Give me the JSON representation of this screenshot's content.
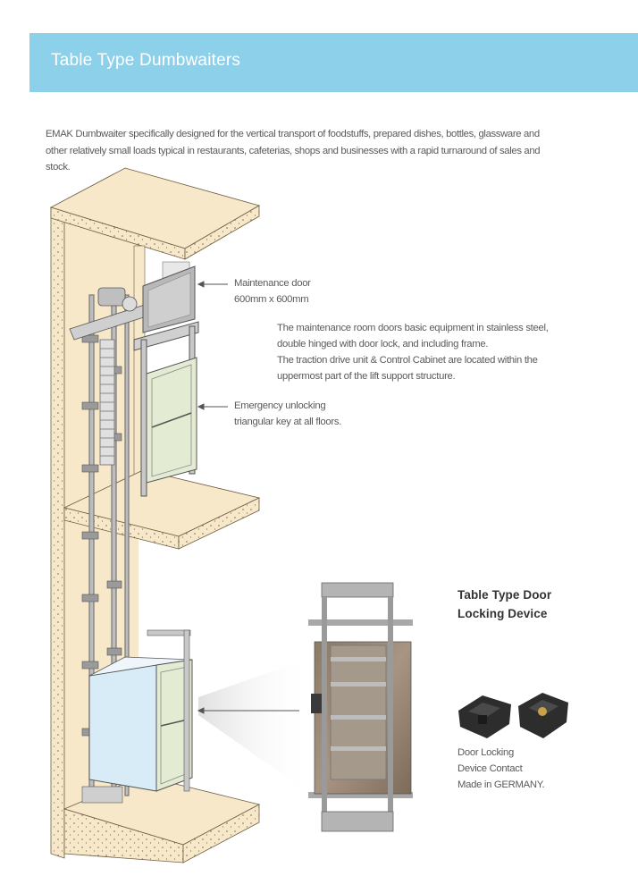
{
  "header": {
    "title": "Table Type Dumbwaiters"
  },
  "intro": {
    "line1": "EMAK Dumbwaiter specifically designed for the vertical transport of foodstuffs, prepared dishes, bottles, glassware and",
    "line2": "other relatively small loads typical in restaurants, cafeterias, shops and businesses with a rapid turnaround of sales and",
    "line3": "stock."
  },
  "callouts": {
    "maintenance_door": {
      "line1": "Maintenance door",
      "line2": "600mm x 600mm"
    },
    "description": {
      "line1": "The maintenance room doors basic equipment in stainless steel,",
      "line2": "double hinged with door lock, and  including frame.",
      "line3": "The traction drive unit & Control Cabinet are located within the",
      "line4": "uppermost part of the lift support structure."
    },
    "emergency": {
      "line1": "Emergency unlocking",
      "line2": "triangular key at all floors."
    }
  },
  "locking_device": {
    "title_line1": "Table Type Door",
    "title_line2": "Locking Device",
    "caption_line1": "Door Locking",
    "caption_line2": "Device Contact",
    "caption_line3": "Made in GERMANY."
  },
  "colors": {
    "banner": "#8dd0e9",
    "concrete": "#f7e8c9",
    "steel": "#a8a8a8",
    "door_panel": "#e3ecd2",
    "cabin": "#d7ecf7"
  }
}
